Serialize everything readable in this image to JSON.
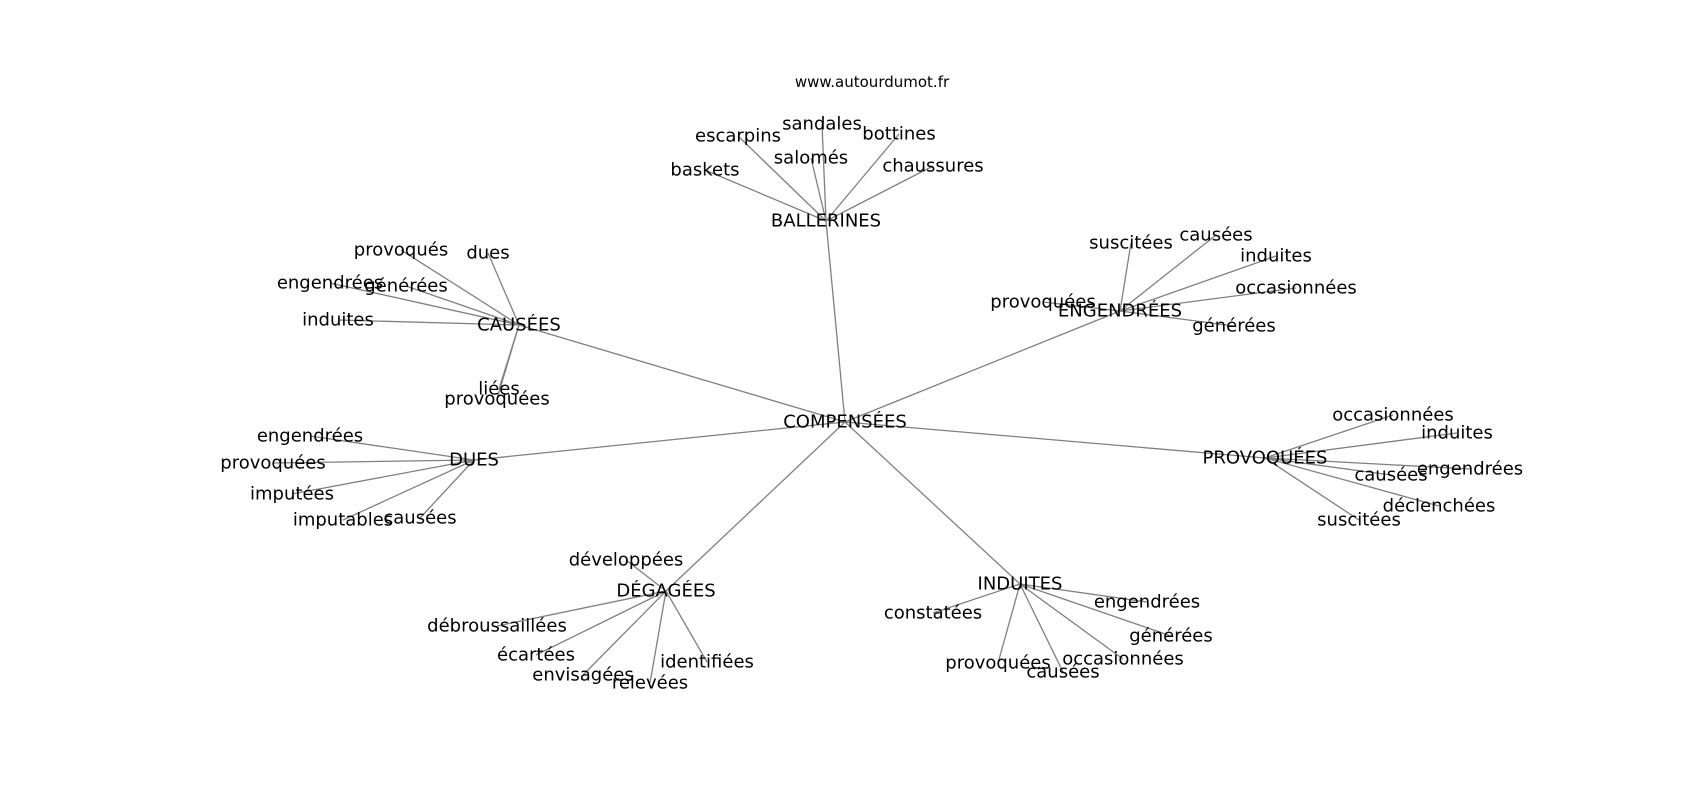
{
  "source": "www.autourdumot.fr",
  "center": "COMPENSÉES",
  "clusters": [
    {
      "word": "BALLERINES",
      "neighbors": [
        "sandales",
        "escarpins",
        "bottines",
        "salomés",
        "chaussures",
        "baskets"
      ]
    },
    {
      "word": "CAUSÉES",
      "neighbors": [
        "provoqués",
        "dues",
        "engendrées",
        "générées",
        "induites",
        "liées",
        "provoquées"
      ]
    },
    {
      "word": "ENGENDRÉES",
      "neighbors": [
        "suscitées",
        "causées",
        "induites",
        "occasionnées",
        "provoquées",
        "générées"
      ]
    },
    {
      "word": "DUES",
      "neighbors": [
        "engendrées",
        "provoquées",
        "imputées",
        "imputables",
        "causées"
      ]
    },
    {
      "word": "PROVOQUÉES",
      "neighbors": [
        "occasionnées",
        "induites",
        "causées",
        "engendrées",
        "déclenchées",
        "suscitées"
      ]
    },
    {
      "word": "DÉGAGÉES",
      "neighbors": [
        "développées",
        "débroussaillées",
        "écartées",
        "envisagées",
        "relevées",
        "identifiées"
      ]
    },
    {
      "word": "INDUITES",
      "neighbors": [
        "constatées",
        "engendrées",
        "générées",
        "occasionnées",
        "provoquées",
        "causées"
      ]
    }
  ]
}
